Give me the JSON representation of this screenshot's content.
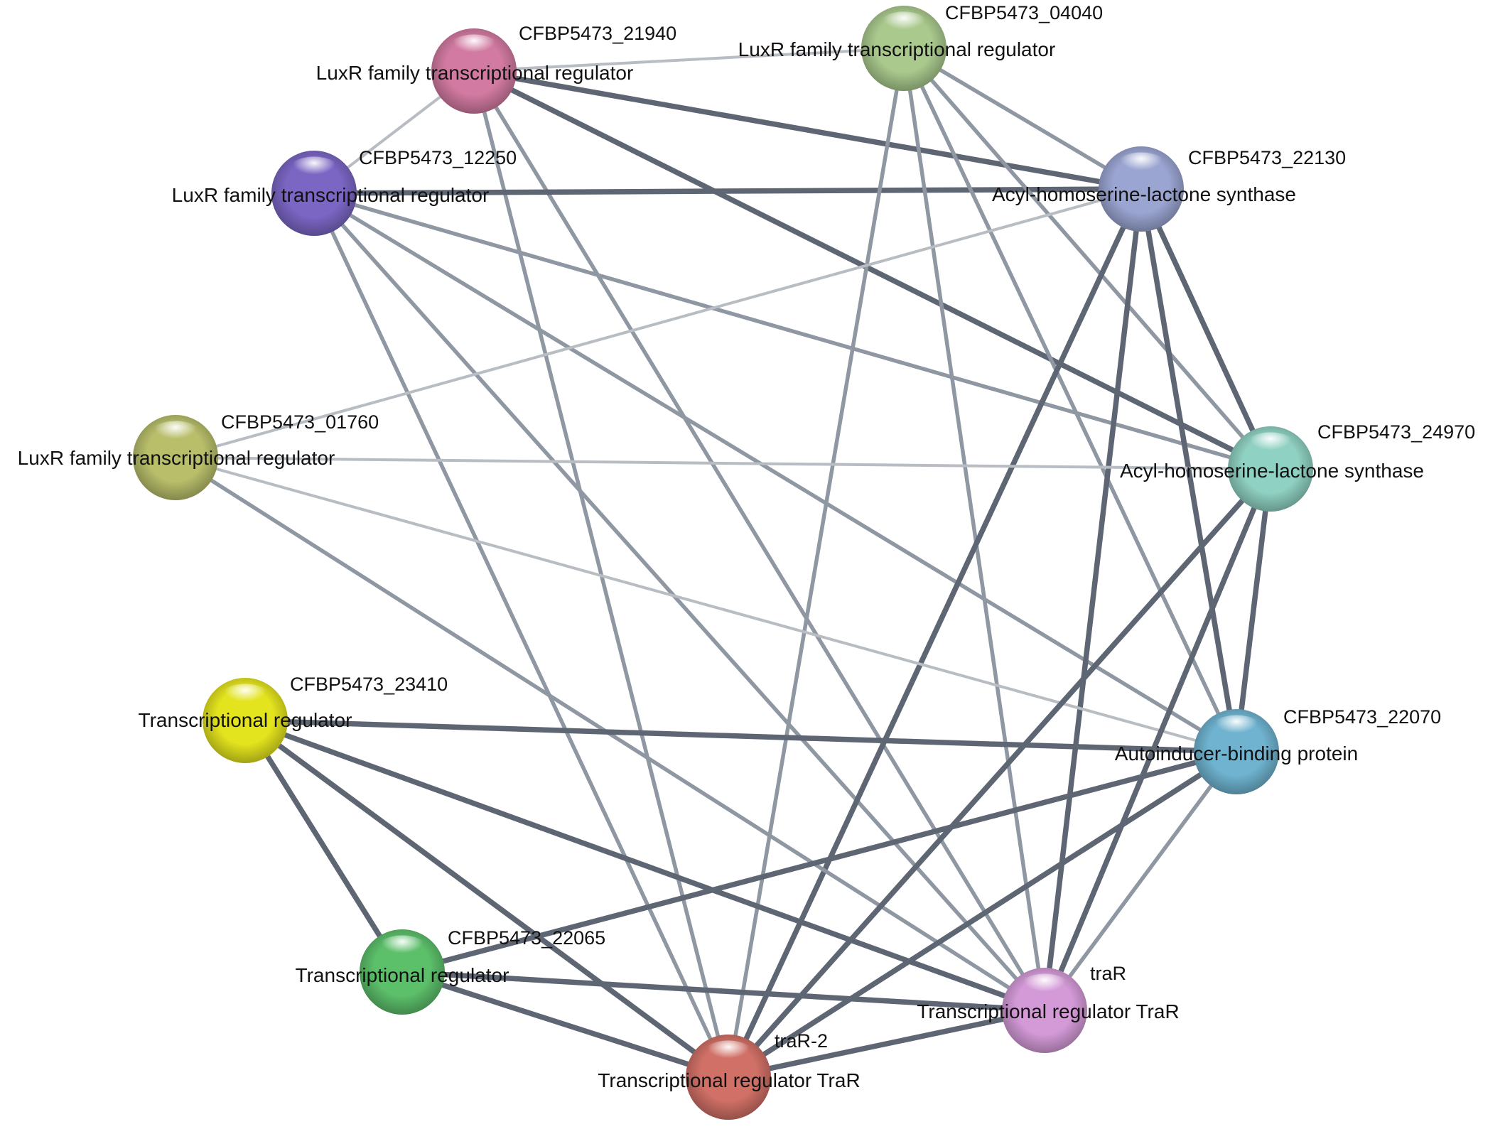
{
  "nodes": [
    {
      "key": "n21940",
      "id_label": "CFBP5473_21940",
      "desc": "LuxR family transcriptional regulator",
      "color": "#d27aa1"
    },
    {
      "key": "n04040",
      "id_label": "CFBP5473_04040",
      "desc": "LuxR family transcriptional regulator",
      "color": "#a9c98d"
    },
    {
      "key": "n12250",
      "id_label": "CFBP5473_12250",
      "desc": "LuxR family transcriptional regulator",
      "color": "#7b66c4"
    },
    {
      "key": "n22130",
      "id_label": "CFBP5473_22130",
      "desc": "Acyl-homoserine-lactone synthase",
      "color": "#9aa5d1"
    },
    {
      "key": "n01760",
      "id_label": "CFBP5473_01760",
      "desc": "LuxR family transcriptional regulator",
      "color": "#b8be6a"
    },
    {
      "key": "n24970",
      "id_label": "CFBP5473_24970",
      "desc": "Acyl-homoserine-lactone synthase",
      "color": "#8fd1c2"
    },
    {
      "key": "n23410",
      "id_label": "CFBP5473_23410",
      "desc": "Transcriptional regulator",
      "color": "#e3e31e"
    },
    {
      "key": "n22070",
      "id_label": "CFBP5473_22070",
      "desc": "Autoinducer-binding protein",
      "color": "#6fb3d0"
    },
    {
      "key": "n22065",
      "id_label": "CFBP5473_22065",
      "desc": "Transcriptional regulator",
      "color": "#5cbf6a"
    },
    {
      "key": "ntraR",
      "id_label": "traR",
      "desc": "Transcriptional regulator TraR",
      "color": "#d49ad8"
    },
    {
      "key": "ntraR2",
      "id_label": "traR-2",
      "desc": "Transcriptional regulator TraR",
      "color": "#d07066"
    }
  ],
  "edges": [
    {
      "a": "n21940",
      "b": "n04040",
      "strength": "weak"
    },
    {
      "a": "n21940",
      "b": "n12250",
      "strength": "weak"
    },
    {
      "a": "n21940",
      "b": "n22130",
      "strength": "strong"
    },
    {
      "a": "n21940",
      "b": "n24970",
      "strength": "strong"
    },
    {
      "a": "n21940",
      "b": "ntraR2",
      "strength": "medium"
    },
    {
      "a": "n21940",
      "b": "ntraR",
      "strength": "medium"
    },
    {
      "a": "n12250",
      "b": "n22130",
      "strength": "strong"
    },
    {
      "a": "n12250",
      "b": "n24970",
      "strength": "medium"
    },
    {
      "a": "n12250",
      "b": "n22070",
      "strength": "medium"
    },
    {
      "a": "n12250",
      "b": "ntraR",
      "strength": "medium"
    },
    {
      "a": "n12250",
      "b": "ntraR2",
      "strength": "medium"
    },
    {
      "a": "n04040",
      "b": "n22130",
      "strength": "medium"
    },
    {
      "a": "n04040",
      "b": "n24970",
      "strength": "medium"
    },
    {
      "a": "n04040",
      "b": "n22070",
      "strength": "medium"
    },
    {
      "a": "n04040",
      "b": "ntraR",
      "strength": "medium"
    },
    {
      "a": "n04040",
      "b": "ntraR2",
      "strength": "medium"
    },
    {
      "a": "n22130",
      "b": "n01760",
      "strength": "weak"
    },
    {
      "a": "n22130",
      "b": "n24970",
      "strength": "strong"
    },
    {
      "a": "n22130",
      "b": "n22070",
      "strength": "strong"
    },
    {
      "a": "n22130",
      "b": "ntraR",
      "strength": "strong"
    },
    {
      "a": "n22130",
      "b": "ntraR2",
      "strength": "strong"
    },
    {
      "a": "n01760",
      "b": "n24970",
      "strength": "weak"
    },
    {
      "a": "n01760",
      "b": "n22070",
      "strength": "weak"
    },
    {
      "a": "n01760",
      "b": "ntraR",
      "strength": "medium"
    },
    {
      "a": "n24970",
      "b": "n22070",
      "strength": "strong"
    },
    {
      "a": "n24970",
      "b": "ntraR",
      "strength": "strong"
    },
    {
      "a": "n24970",
      "b": "ntraR2",
      "strength": "strong"
    },
    {
      "a": "n23410",
      "b": "n22070",
      "strength": "strong"
    },
    {
      "a": "n23410",
      "b": "ntraR",
      "strength": "strong"
    },
    {
      "a": "n23410",
      "b": "ntraR2",
      "strength": "strong"
    },
    {
      "a": "n23410",
      "b": "n22065",
      "strength": "strong"
    },
    {
      "a": "n22070",
      "b": "n22065",
      "strength": "strong"
    },
    {
      "a": "n22070",
      "b": "ntraR",
      "strength": "medium"
    },
    {
      "a": "n22070",
      "b": "ntraR2",
      "strength": "strong"
    },
    {
      "a": "n22065",
      "b": "ntraR",
      "strength": "strong"
    },
    {
      "a": "n22065",
      "b": "ntraR2",
      "strength": "strong"
    },
    {
      "a": "ntraR",
      "b": "ntraR2",
      "strength": "strong"
    }
  ],
  "edge_colors": {
    "weak": "#b7bdc2",
    "medium": "#8e97a2",
    "strong": "#5e6673"
  }
}
